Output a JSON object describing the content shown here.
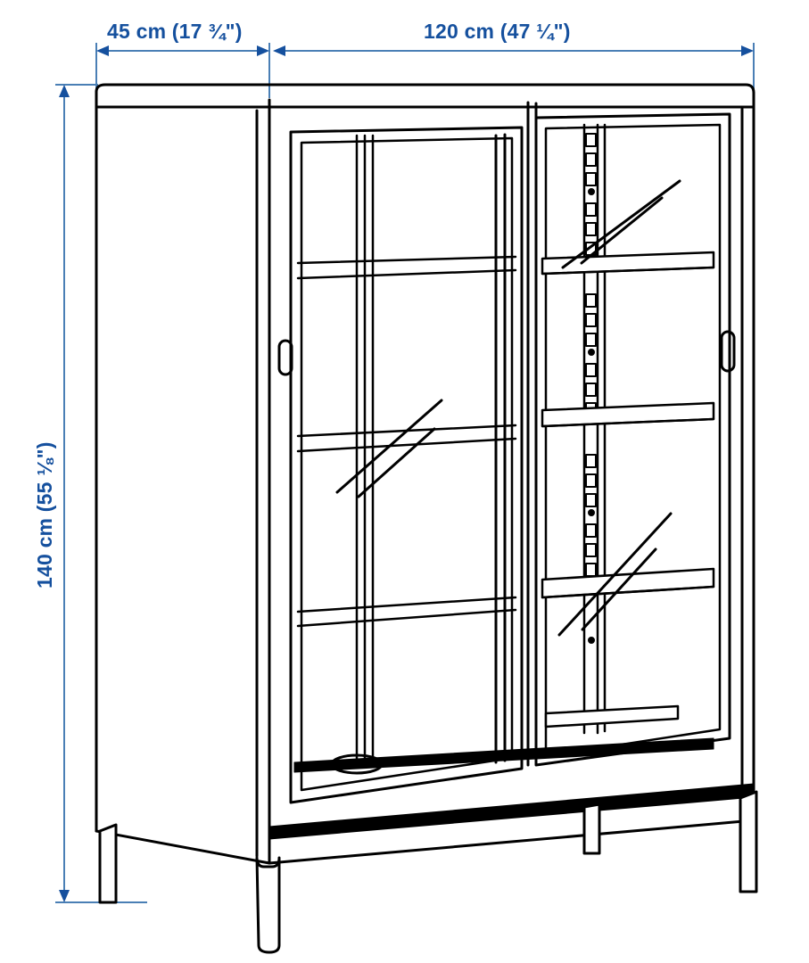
{
  "drawing": {
    "title": "Glass-door cabinet dimension drawing",
    "product_type": "sliding glass door cabinet",
    "line_color": "#000000",
    "background_color": "#ffffff",
    "dimension_color": "#15509e",
    "dimension_line_color": "#4a7fb5"
  },
  "dimensions": {
    "depth": {
      "label": "45 cm (17 ¾\")",
      "value_cm": 45,
      "value_in": "17 ¾\"",
      "orientation": "horizontal",
      "position": "top-left"
    },
    "width": {
      "label": "120 cm (47 ¼\")",
      "value_cm": 120,
      "value_in": "47 ¼\"",
      "orientation": "horizontal",
      "position": "top-right"
    },
    "height": {
      "label": "140 cm (55 ⅛\")",
      "value_cm": 140,
      "value_in": "55 ⅛\"",
      "orientation": "vertical",
      "position": "left"
    }
  },
  "cabinet": {
    "doors": [
      {
        "name": "left-sliding-glass-door",
        "handle": "oval-recessed-handle"
      },
      {
        "name": "right-sliding-glass-door",
        "handle": "oval-recessed-handle"
      }
    ],
    "shelves_count": 3,
    "legs_count": 4,
    "features": [
      "perforated-upright-post",
      "adjustable-shelves",
      "glass-panels",
      "metal-frame",
      "base-plinth"
    ]
  }
}
